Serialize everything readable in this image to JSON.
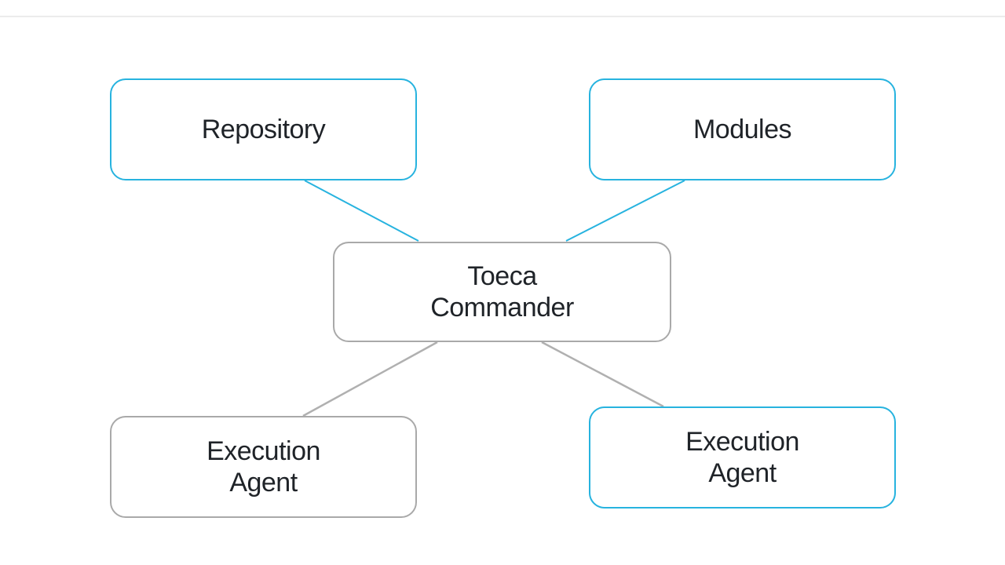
{
  "diagram": {
    "nodes": {
      "repository": {
        "label": "Repository"
      },
      "modules": {
        "label": "Modules"
      },
      "center": {
        "label": "Toeca\nCommander"
      },
      "execution_left": {
        "label": "Execution\nAgent"
      },
      "execution_right": {
        "label": "Execution\nAgent"
      }
    },
    "edges": [
      {
        "from": "repository",
        "to": "center"
      },
      {
        "from": "modules",
        "to": "center"
      },
      {
        "from": "center",
        "to": "execution_left"
      },
      {
        "from": "center",
        "to": "execution_right"
      }
    ],
    "colors": {
      "accent": "#27b3df",
      "neutral": "#a9a9a9",
      "text": "#1f2328"
    }
  }
}
